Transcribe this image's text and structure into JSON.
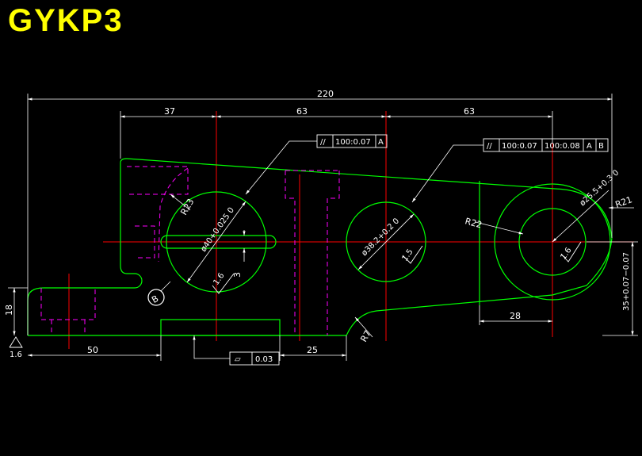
{
  "title": "GYKP3",
  "colors": {
    "background": "#000000",
    "title": "#ffff00",
    "outline": "#00ff00",
    "hidden": "#ff00ff",
    "center": "#ff0000",
    "dimension": "#ffffff"
  },
  "dims": {
    "overall": "220",
    "d37": "37",
    "d63a": "63",
    "d63b": "63",
    "d50": "50",
    "d25": "25",
    "d28": "28",
    "d18": "18",
    "d3": "3",
    "height_tol": "35+0.07−0.07"
  },
  "holes": {
    "left": "ø40+0.025 0",
    "middle": "ø38.2+0.2 0",
    "right": "ø25.5+0.3 0"
  },
  "radii": {
    "r23": "R23",
    "r22": "R22",
    "r21": "R21",
    "r7": "R7"
  },
  "roughness": {
    "hole_left": "1.6",
    "hole_mid": "1.5",
    "hole_right": "1.6",
    "base": "1.6"
  },
  "gtol": {
    "left": {
      "symbol": "//",
      "tol": "100:0.07",
      "datum": "A"
    },
    "right": {
      "symbol": "//",
      "tol1": "100:0.07",
      "tol2": "100:0.08",
      "datum1": "A",
      "datum2": "B"
    },
    "flatness": {
      "symbol": "▱",
      "tol": "0.03"
    }
  },
  "datum_b": "B"
}
